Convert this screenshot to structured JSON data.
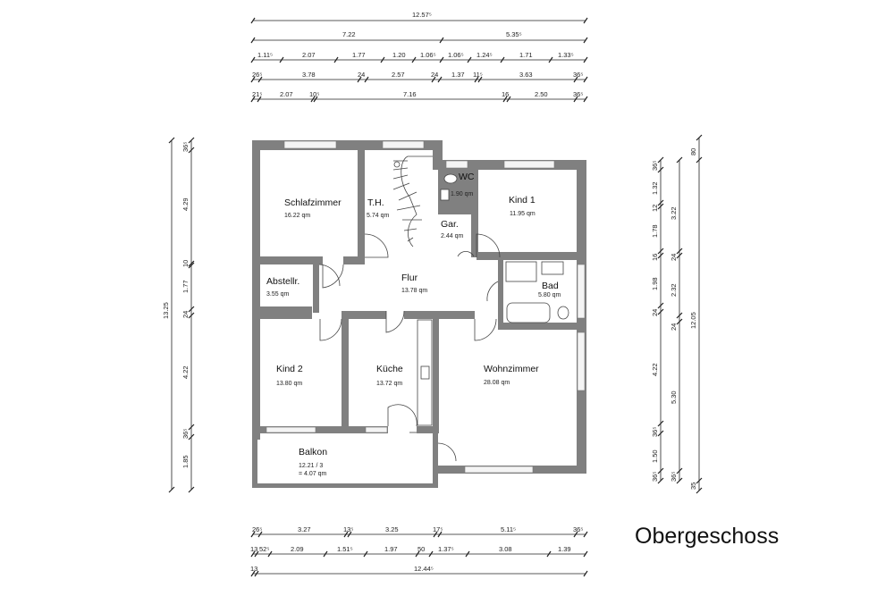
{
  "title": "Obergeschoss",
  "rooms": {
    "schlafzimmer": {
      "name": "Schlafzimmer",
      "area": "16.22 qm"
    },
    "th": {
      "name": "T.H.",
      "area": "5.74 qm"
    },
    "wc": {
      "name": "WC",
      "area": "1.90 qm"
    },
    "gar": {
      "name": "Gar.",
      "area": "2.44 qm"
    },
    "kind1": {
      "name": "Kind 1",
      "area": "11.95 qm"
    },
    "abstellr": {
      "name": "Abstellr.",
      "area": "3.55 qm"
    },
    "flur": {
      "name": "Flur",
      "area": "13.78 qm"
    },
    "bad": {
      "name": "Bad",
      "area": "5.80 qm"
    },
    "kind2": {
      "name": "Kind 2",
      "area": "13.80 qm"
    },
    "kueche": {
      "name": "Küche",
      "area": "13.72 qm"
    },
    "wohnzimmer": {
      "name": "Wohnzimmer",
      "area": "28.08 qm"
    },
    "balkon": {
      "name": "Balkon",
      "area_line1": "12.21 / 3",
      "area_line2": "= 4.07 qm"
    }
  },
  "dims": {
    "top1": [
      "12.57⁵"
    ],
    "top2": [
      "7.22",
      "5.35⁵"
    ],
    "top3": [
      "1.11⁵",
      "2.07",
      "1.77",
      "1.20",
      "1.06⁵",
      "1.06⁵",
      "1.24⁵",
      "1.71",
      "1.33⁵"
    ],
    "top4": [
      "26⁵",
      "3.78",
      "24",
      "2.57",
      "24",
      "1.37",
      "11⁵",
      "3.63",
      "36⁵"
    ],
    "top5": [
      "21⁵",
      "2.07",
      "10⁵",
      "7.16",
      "16",
      "2.50",
      "36⁵"
    ],
    "left1": [
      "13.25"
    ],
    "left2": [
      "36⁵",
      "4.29",
      "10",
      "1.77",
      "24",
      "4.22",
      "36⁵",
      "1.85"
    ],
    "right1": [
      "36⁵",
      "1.32",
      "12",
      "1.78",
      "16",
      "1.98",
      "24",
      "4.22",
      "36⁵",
      "1.50",
      "36⁵"
    ],
    "right2": [
      "3.22",
      "24",
      "2.32",
      "24",
      "5.30",
      "36⁵"
    ],
    "right3": [
      "80",
      "12.05",
      "35"
    ],
    "bottom1": [
      "26⁵",
      "3.27",
      "13⁵",
      "3.25",
      "17⁵",
      "5.11⁵",
      "36⁵"
    ],
    "bottom2": [
      "13",
      "52⁵",
      "2.09",
      "1.51⁵",
      "1.97",
      "50",
      "1.37⁵",
      "3.08",
      "1.39"
    ],
    "bottom3": [
      "13",
      "12.44⁵"
    ]
  }
}
